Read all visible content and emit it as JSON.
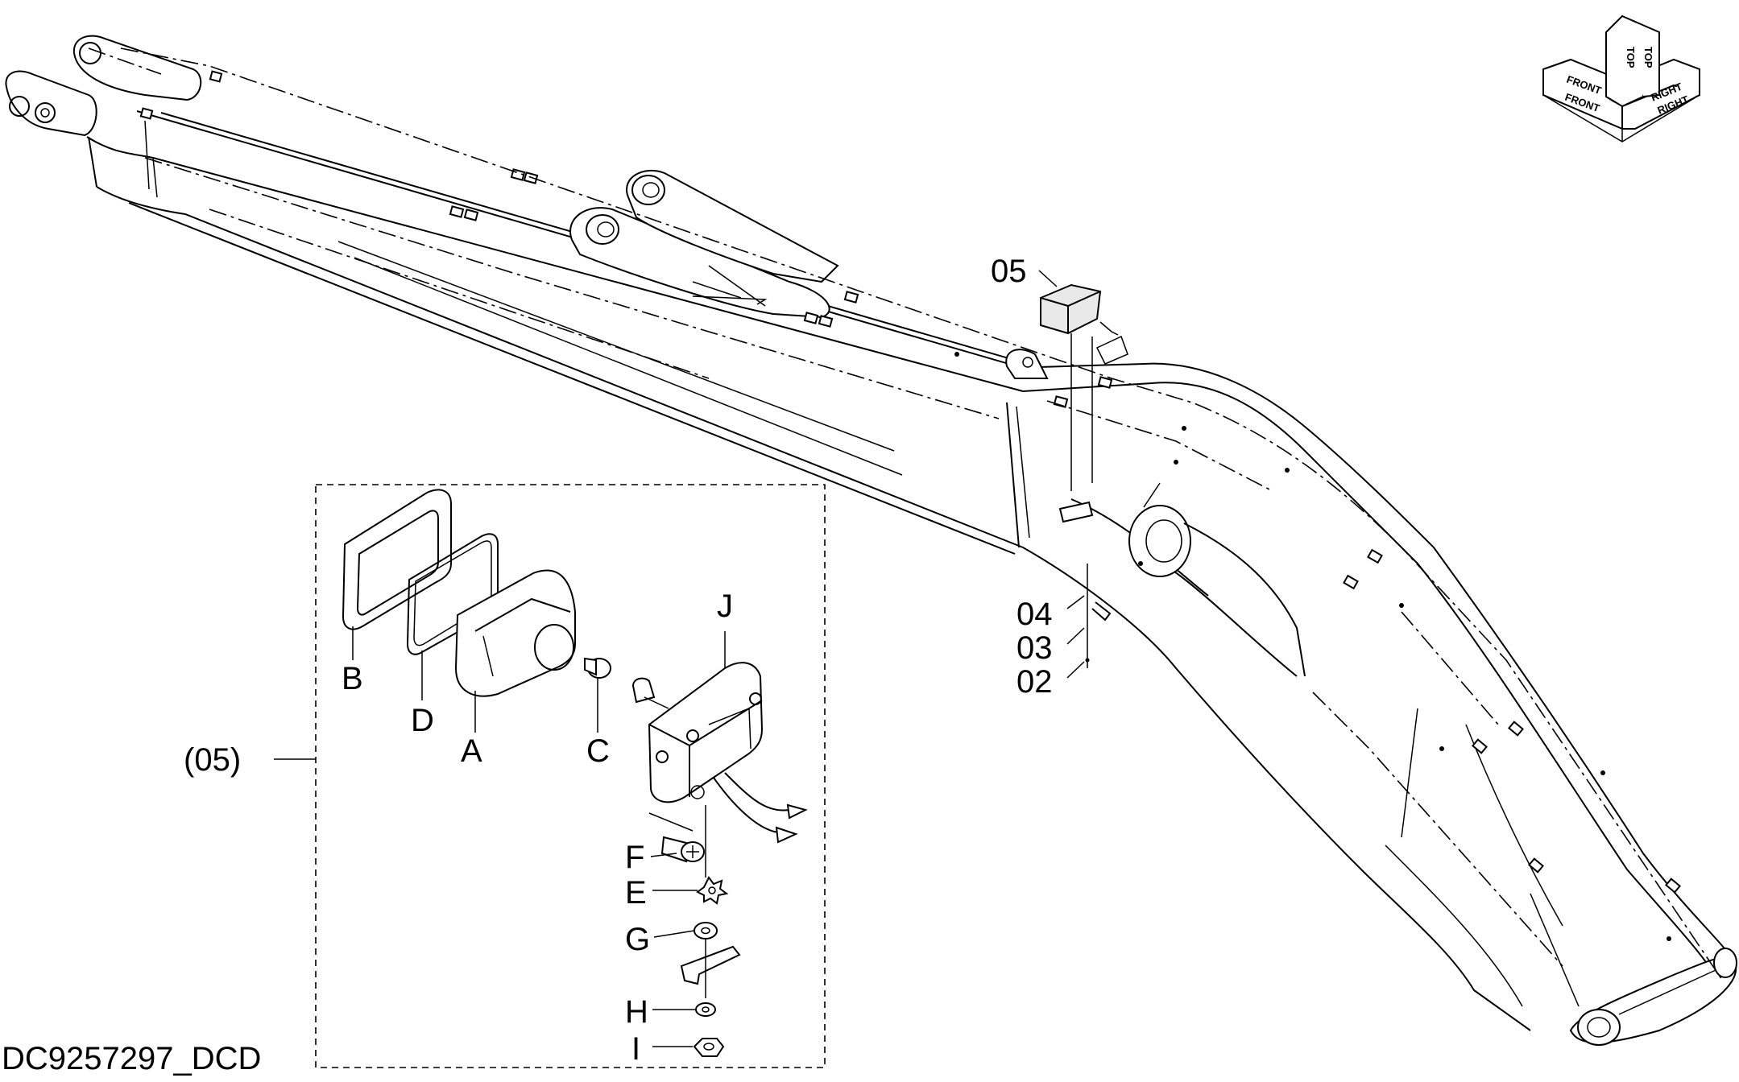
{
  "drawing_code": "DC9257297_DCD",
  "assembly_label": "(05)",
  "callouts": {
    "n05": "05",
    "n04": "04",
    "n03": "03",
    "n02": "02"
  },
  "detail_parts": {
    "A": "A",
    "B": "B",
    "C": "C",
    "D": "D",
    "E": "E",
    "F": "F",
    "G": "G",
    "H": "H",
    "I": "I",
    "J": "J"
  },
  "orientation": {
    "front_upper": "FRONT",
    "front_lower": "FRONT",
    "top_upper": "TOP",
    "top_lower": "TOP",
    "right_upper": "RIGHT",
    "right_lower": "RIGHT"
  }
}
